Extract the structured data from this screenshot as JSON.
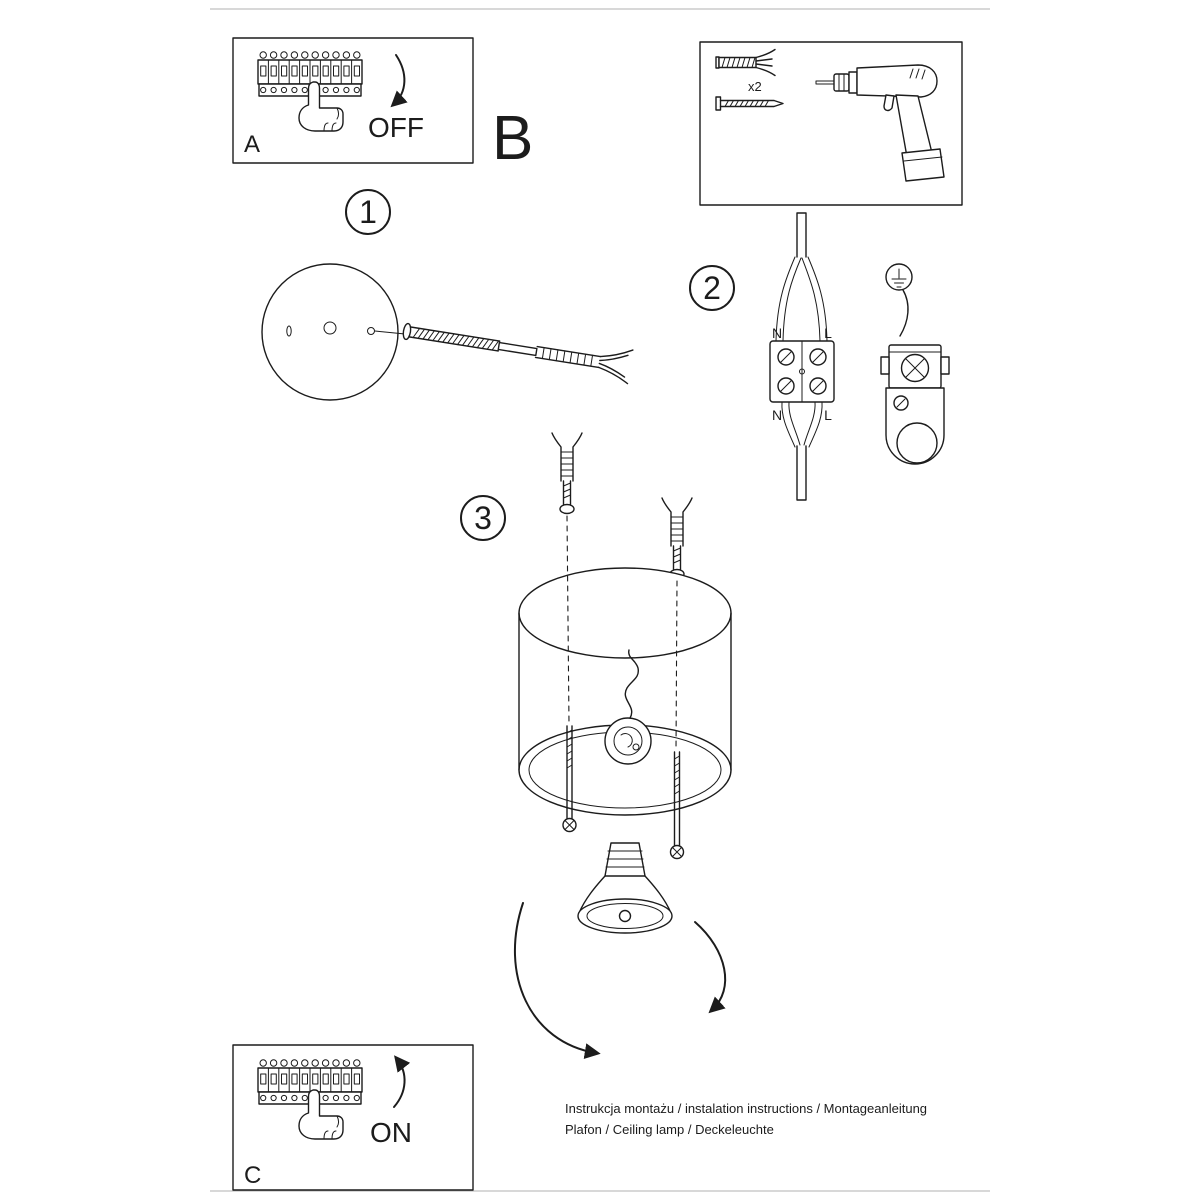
{
  "colors": {
    "ink": "#1c1c1c",
    "bg": "#ffffff",
    "page_edge": "#b0b0b0"
  },
  "panel_a": {
    "label": "A",
    "action": "OFF"
  },
  "section_b": {
    "label": "B",
    "anchor_qty": "x2"
  },
  "panel_c": {
    "label": "C",
    "action": "ON"
  },
  "steps": {
    "one": "1",
    "two": "2",
    "three": "3"
  },
  "wiring": {
    "top_left": "N",
    "top_right": "L",
    "bottom_left": "N",
    "bottom_right": "L"
  },
  "caption": {
    "line1": "Instrukcja montażu / instalation instructions / Montageanleitung",
    "line2": "Plafon / Ceiling lamp / Deckeleuchte"
  }
}
